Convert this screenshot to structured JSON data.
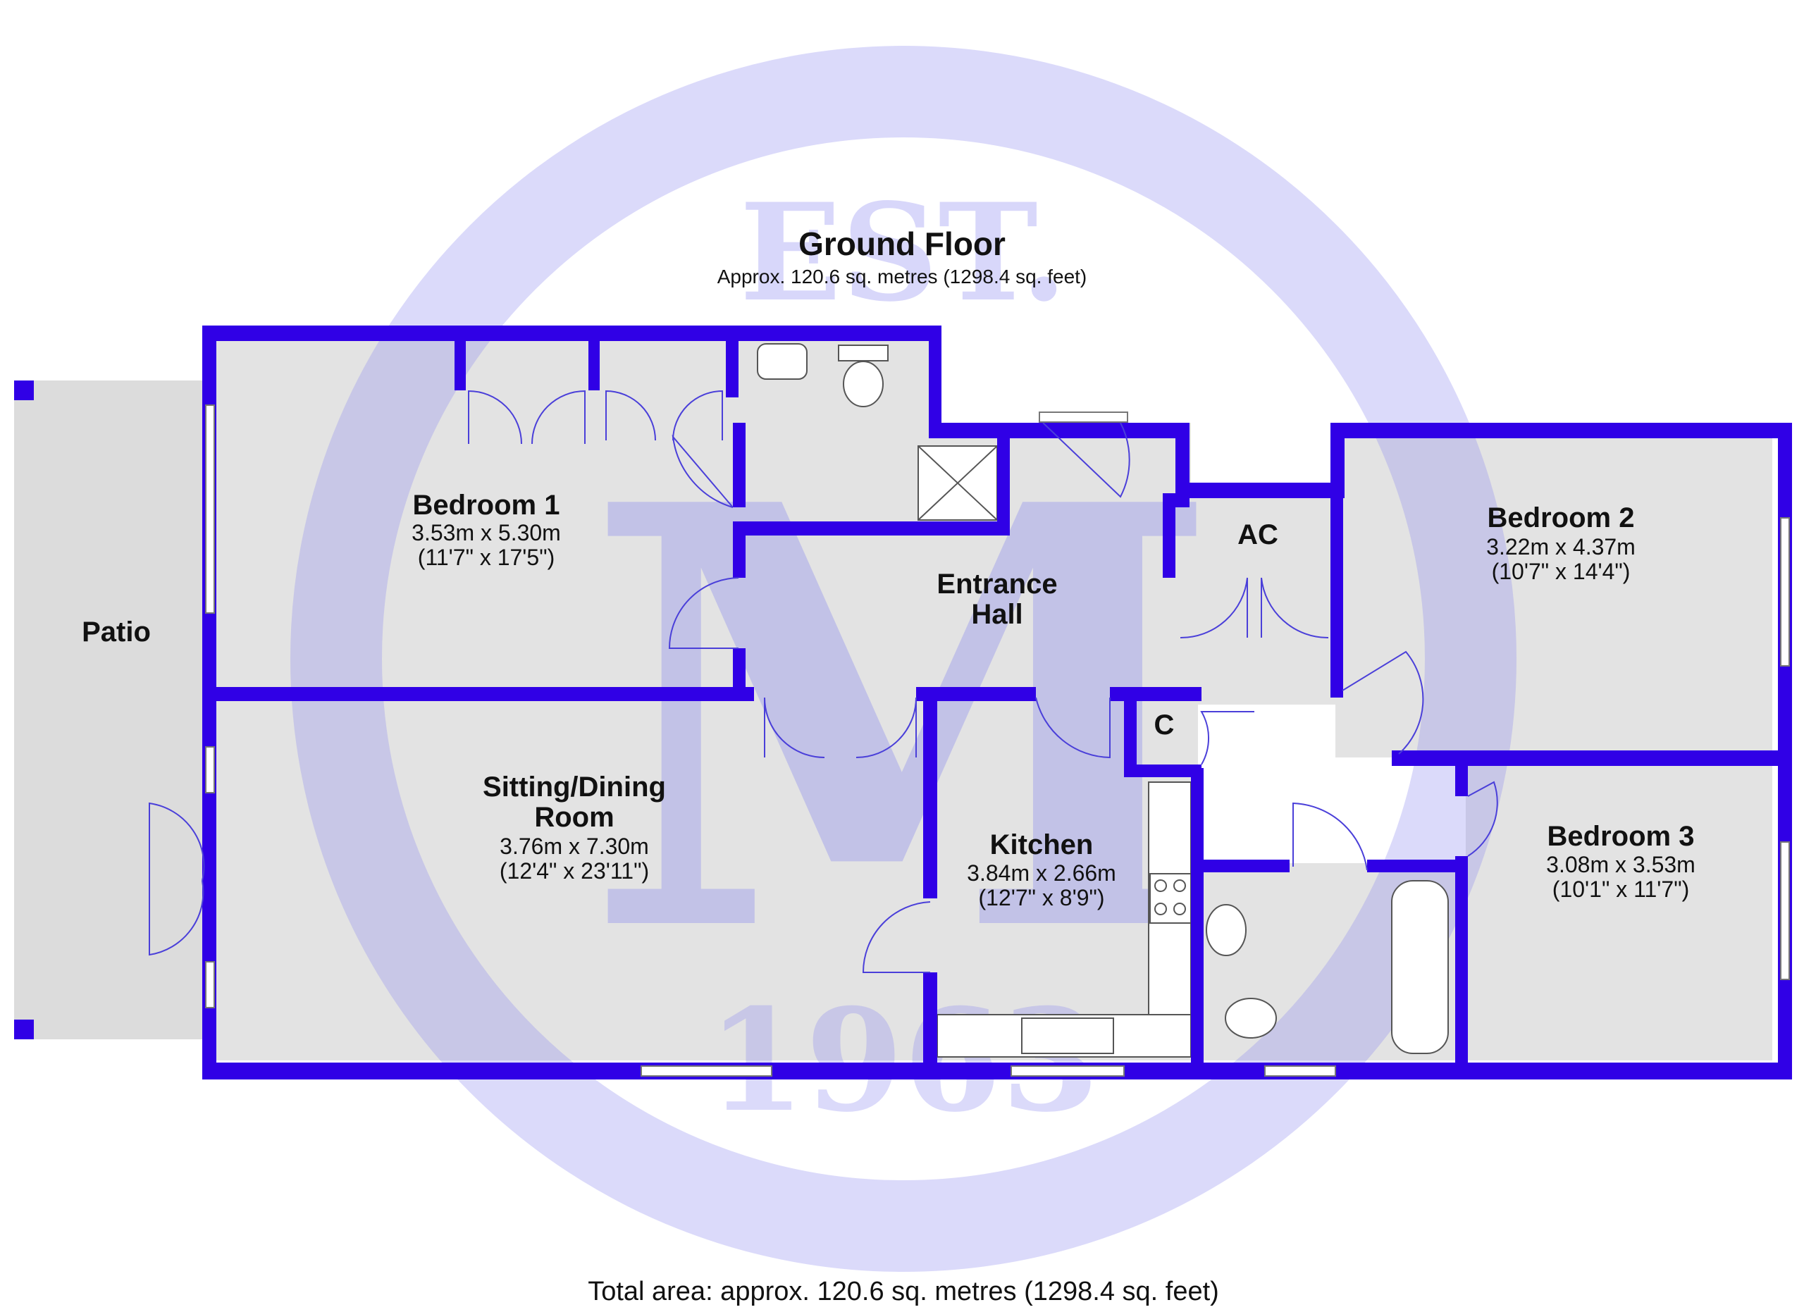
{
  "header": {
    "title": "Ground Floor",
    "subtitle": "Approx. 120.6 sq. metres (1298.4 sq. feet)"
  },
  "footer": {
    "total": "Total area: approx. 120.6 sq. metres (1298.4 sq. feet)"
  },
  "watermark": {
    "top": "EST.",
    "year": "1963",
    "logo_letter": "M",
    "color": "#8f8df0"
  },
  "colors": {
    "wall": "#3000e6",
    "floor": "#e3e3e3",
    "patio": "#dcdcdc"
  },
  "rooms": {
    "patio": {
      "name": "Patio"
    },
    "bedroom1": {
      "name": "Bedroom 1",
      "metric": "3.53m x 5.30m",
      "imperial": "(11'7\" x 17'5\")"
    },
    "bedroom2": {
      "name": "Bedroom 2",
      "metric": "3.22m x 4.37m",
      "imperial": "(10'7\" x 14'4\")"
    },
    "bedroom3": {
      "name": "Bedroom 3",
      "metric": "3.08m x 3.53m",
      "imperial": "(10'1\" x 11'7\")"
    },
    "entrance_hall": {
      "line1": "Entrance",
      "line2": "Hall"
    },
    "ac": {
      "name": "AC"
    },
    "cupboard": {
      "name": "C"
    },
    "sitting_dining": {
      "line1": "Sitting/Dining",
      "line2": "Room",
      "metric": "3.76m x 7.30m",
      "imperial": "(12'4\" x 23'11\")"
    },
    "kitchen": {
      "name": "Kitchen",
      "metric": "3.84m x 2.66m",
      "imperial": "(12'7\" x 8'9\")"
    }
  }
}
